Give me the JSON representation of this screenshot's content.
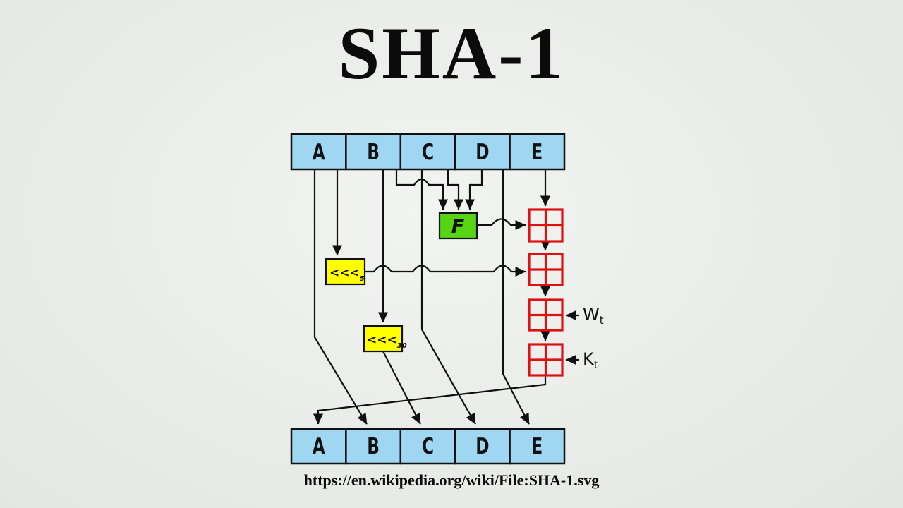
{
  "page": {
    "title": "SHA-1",
    "url_caption": "https://en.wikipedia.org/wiki/File:SHA-1.svg"
  },
  "diagram": {
    "top_registers": [
      "A",
      "B",
      "C",
      "D",
      "E"
    ],
    "bottom_registers": [
      "A",
      "B",
      "C",
      "D",
      "E"
    ],
    "f_label": "F",
    "rotate5": {
      "op": "<<<",
      "amount": "5"
    },
    "rotate30": {
      "op": "<<<",
      "amount": "30"
    },
    "wt": {
      "base": "W",
      "sub": "t"
    },
    "kt": {
      "base": "K",
      "sub": "t"
    },
    "adder_count": 4,
    "colors": {
      "background": "#eaece9",
      "register_fill": "#9fd7f3",
      "f_fill": "#57d414",
      "rotate_fill": "#ffff00",
      "adder_stroke": "#dd1111",
      "line": "#101010",
      "text": "#000000"
    }
  }
}
